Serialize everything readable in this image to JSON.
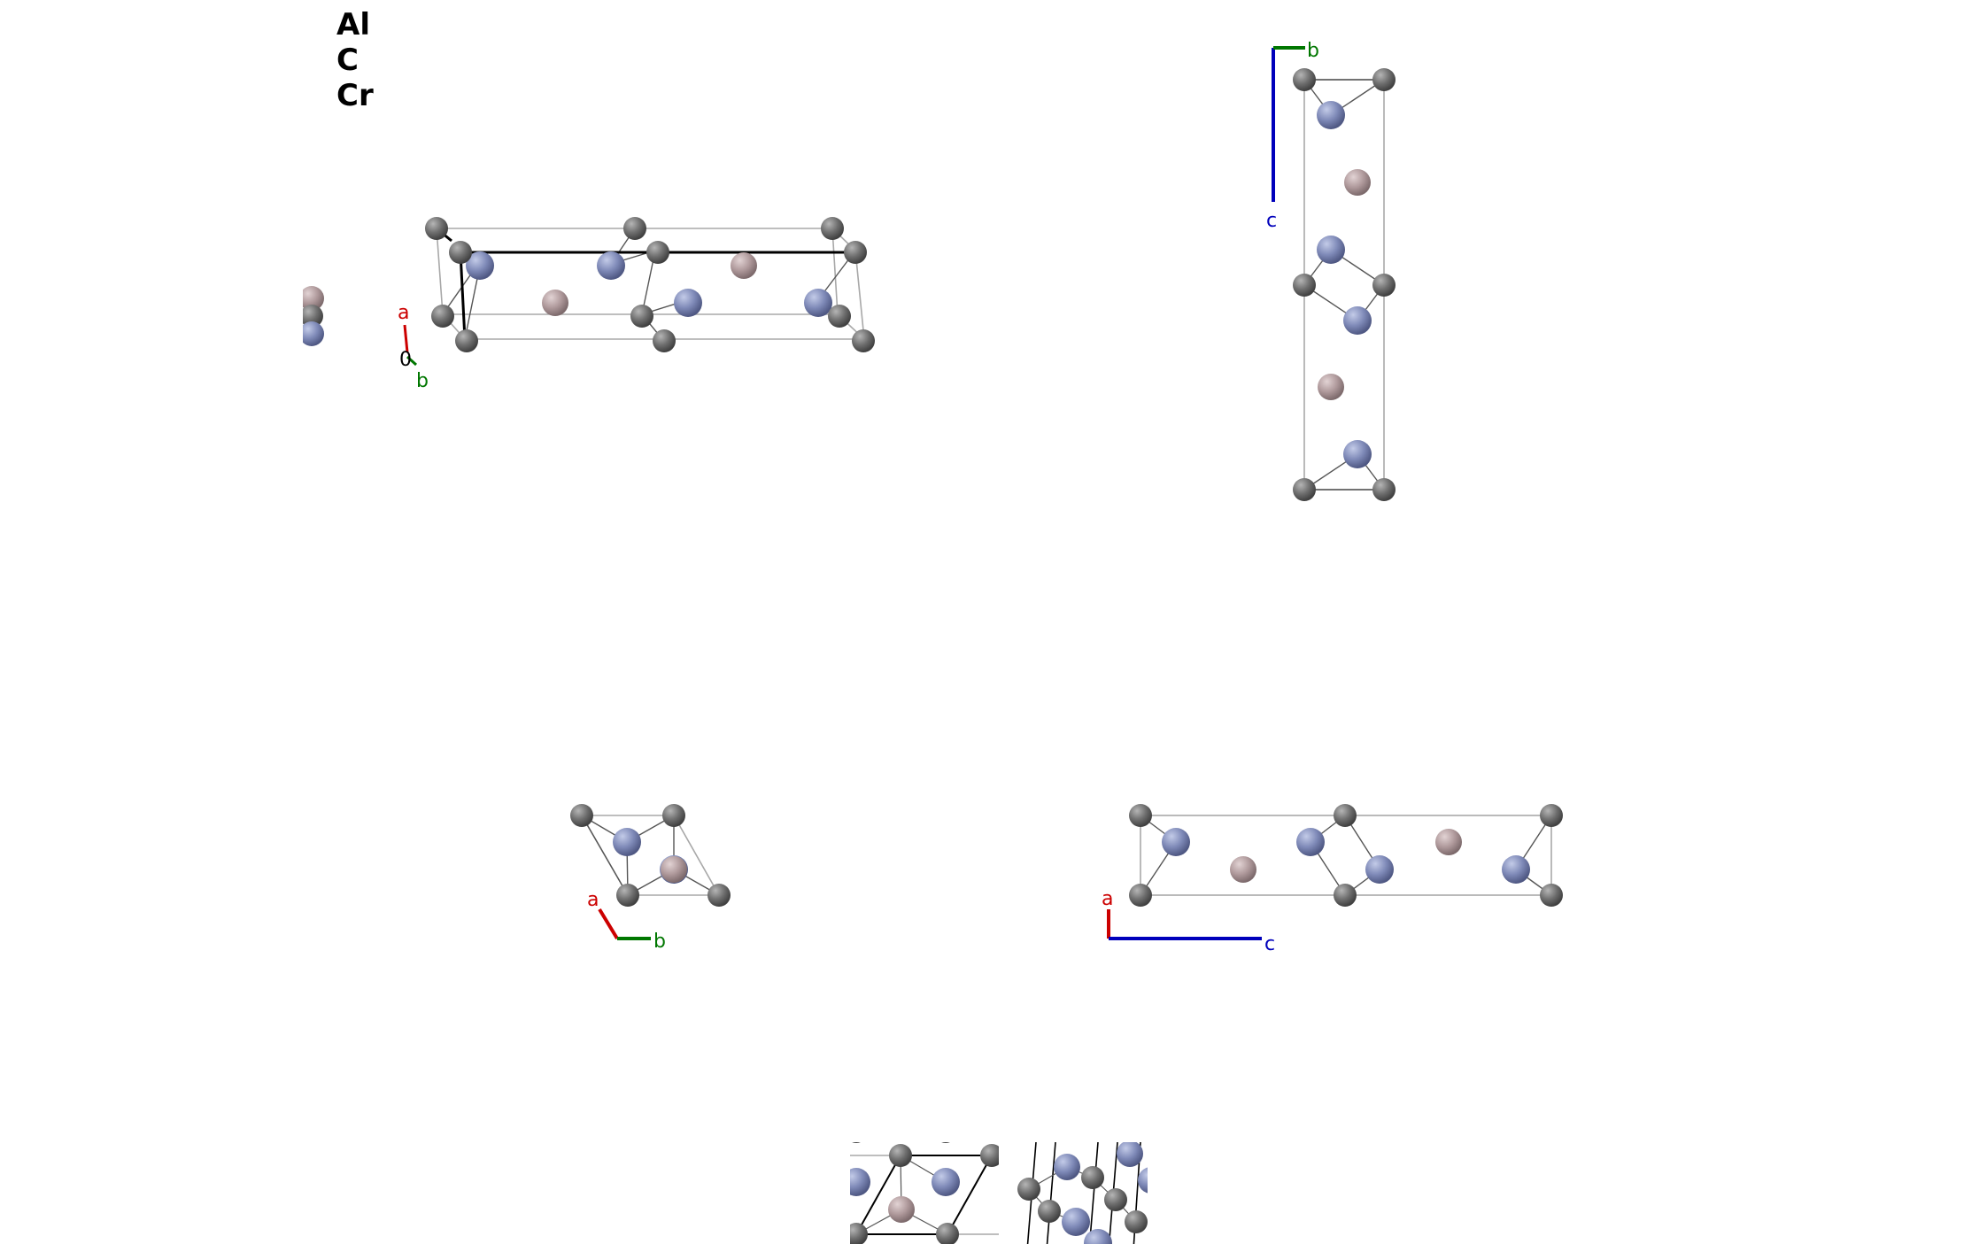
{
  "legend": {
    "elements": [
      "Al",
      "C",
      "Cr"
    ]
  },
  "axis_labels": {
    "a": "a",
    "b": "b",
    "c": "c",
    "origin": "0"
  },
  "colors": {
    "al_atom": "#b09a9c",
    "c_atom": "#707070",
    "cr_atom": "#7f8ab8",
    "axis_a": "#cc0000",
    "axis_b": "#007700",
    "axis_c": "#0000bb",
    "cell_edge": "#a8a8a8",
    "bond": "#555555"
  }
}
